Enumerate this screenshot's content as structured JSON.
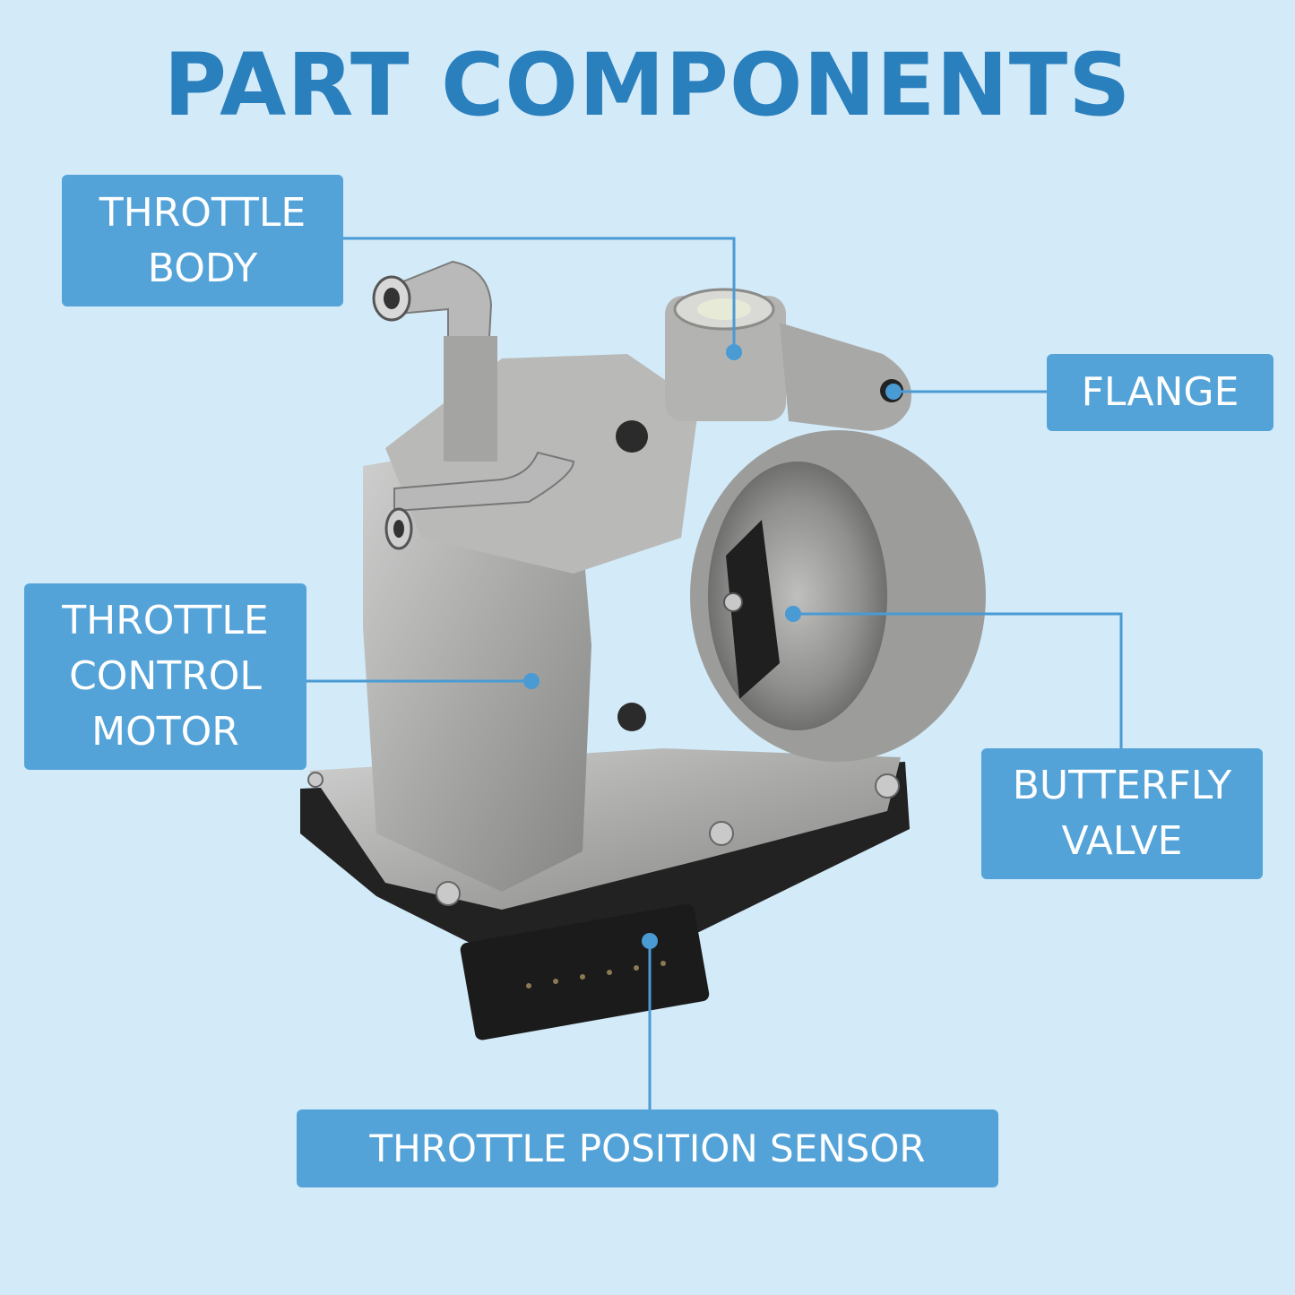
{
  "title": "PART COMPONENTS",
  "labels": {
    "throttle_body": "THROTTLE\nBODY",
    "flange": "FLANGE",
    "motor": "THROTTLE\nCONTROL\nMOTOR",
    "butterfly": "BUTTERFLY\nVALVE",
    "sensor": "THROTTLE POSITION SENSOR"
  },
  "colors": {
    "background": "#d3eaf8",
    "title": "#2a7fbd",
    "label_box": "#54a3d8",
    "leader_line": "#4a9ad4"
  }
}
